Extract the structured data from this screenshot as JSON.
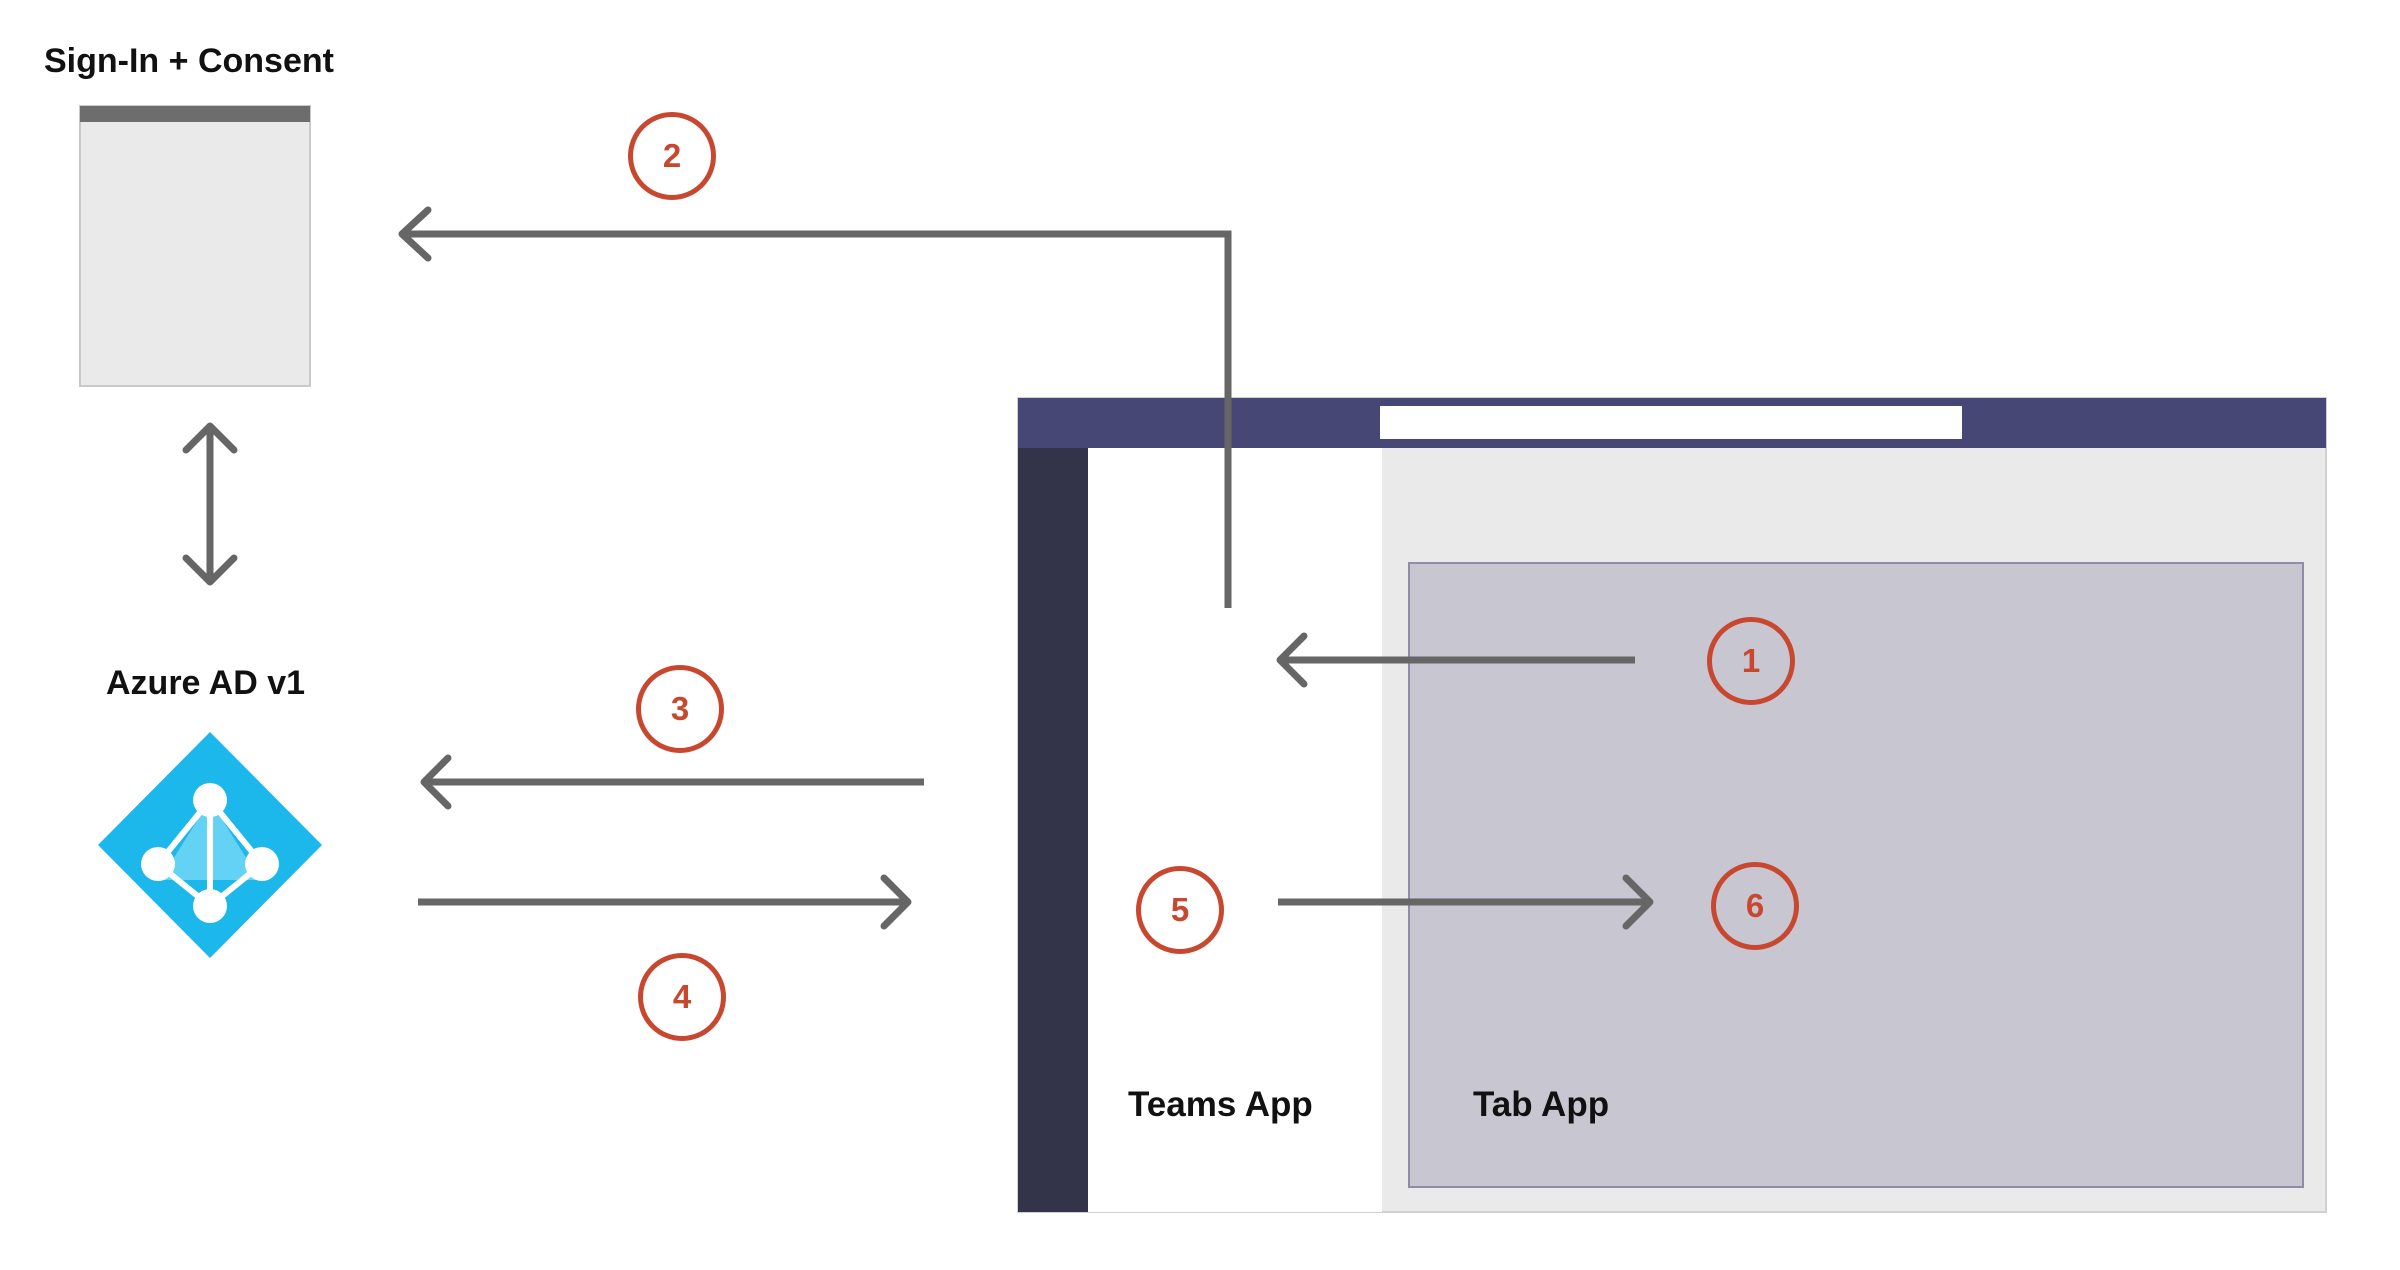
{
  "labels": {
    "signin_consent": "Sign-In + Consent",
    "azure_ad": "Azure AD v1",
    "teams_app": "Teams App",
    "tab_app": "Tab App"
  },
  "steps": [
    "1",
    "2",
    "3",
    "4",
    "5",
    "6"
  ],
  "colors": {
    "arrow": "#666666",
    "step_accent": "#c8472f",
    "teams_titlebar": "#464775",
    "teams_rail": "#33344a",
    "tab_area": "#c8c6d0",
    "window_bg": "#ebeaea",
    "azure_blue": "#1cb7eb"
  },
  "icons": {
    "azure": "azure-ad-icon",
    "browser": "browser-window-icon"
  }
}
